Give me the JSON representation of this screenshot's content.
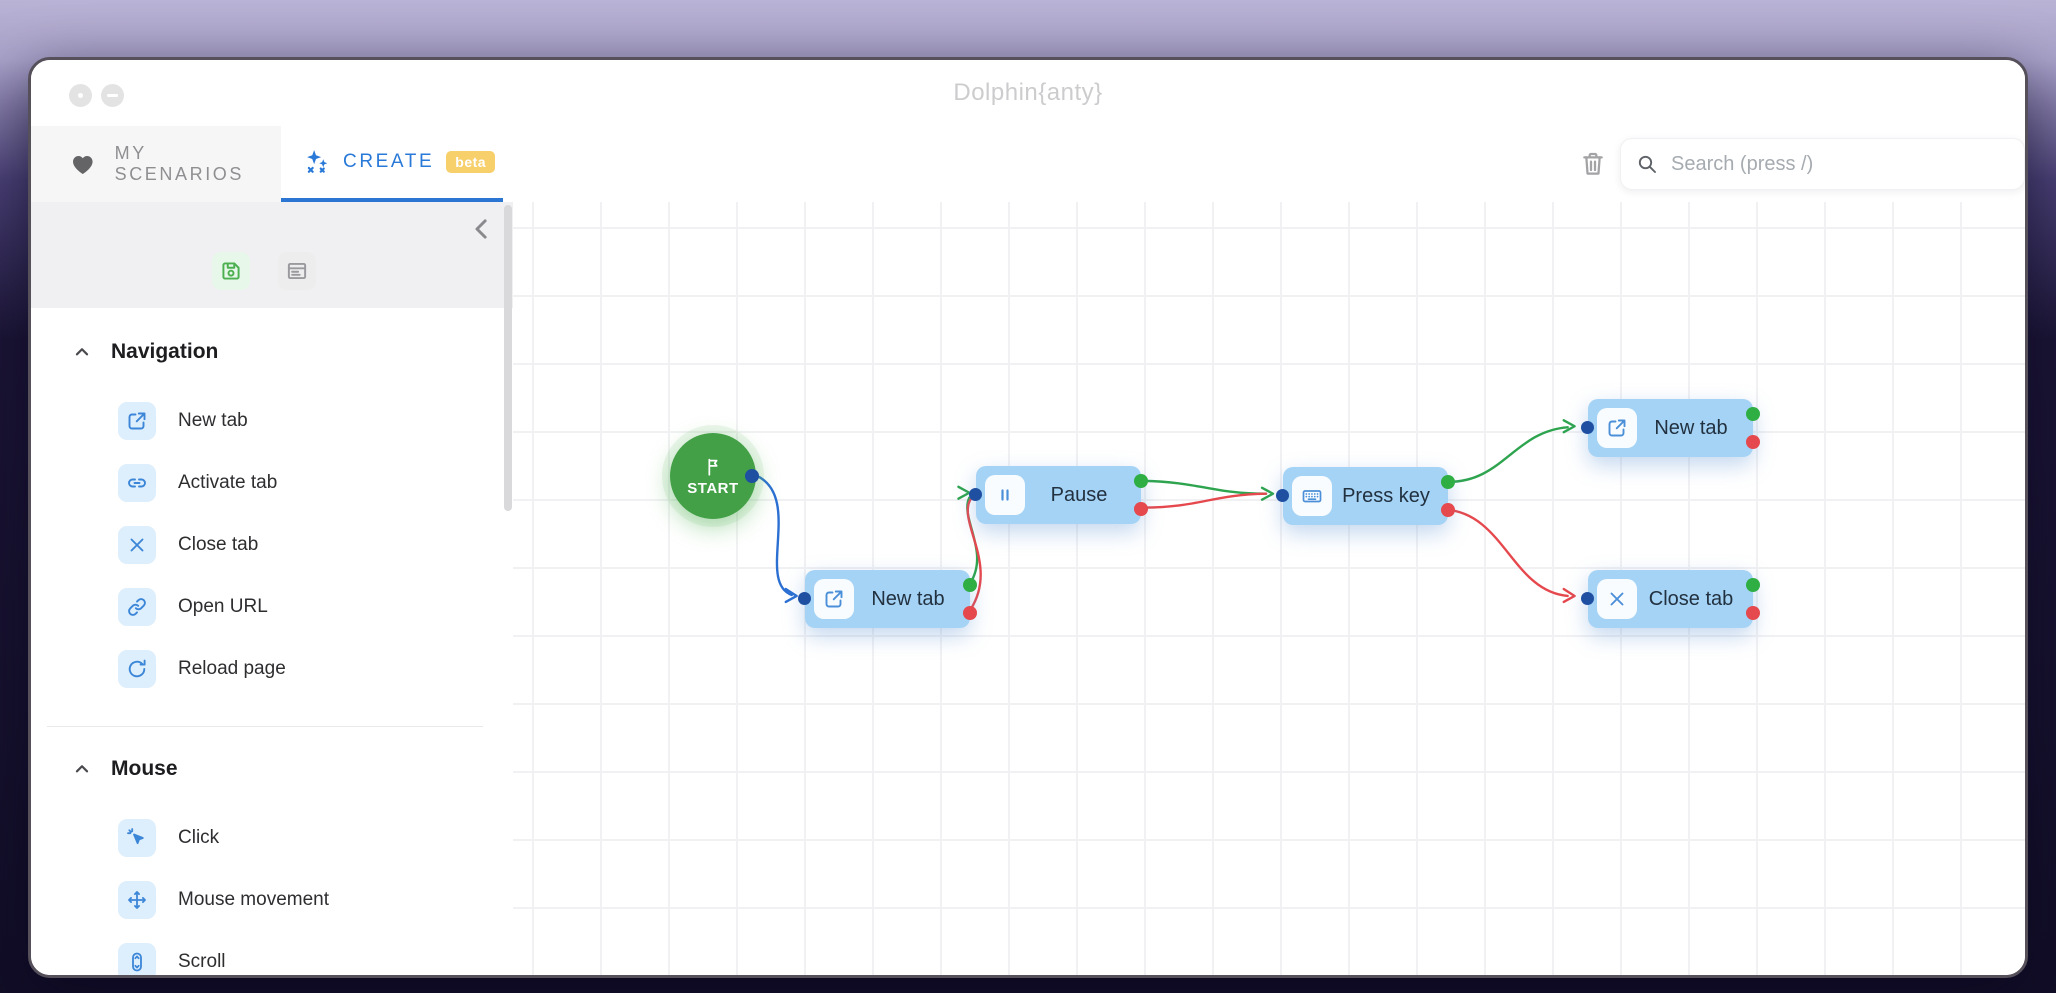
{
  "window": {
    "title": "Dolphin{anty}",
    "controls": [
      "back-button",
      "minimize-button"
    ]
  },
  "tabs": {
    "my_scenarios": {
      "label": "MY SCENARIOS",
      "icon": "heart-icon"
    },
    "create": {
      "label": "CREATE",
      "badge": "beta",
      "icon": "sparkles-icon",
      "active": true
    }
  },
  "toolbar": {
    "trash_icon": "trash-icon",
    "search": {
      "placeholder": "Search (press /)",
      "value": "",
      "icon": "search-icon"
    }
  },
  "sidebar": {
    "tools": [
      "save-icon",
      "log-icon"
    ],
    "collapse_icon": "chevron-left-icon",
    "sections": [
      {
        "label": "Navigation",
        "items": [
          {
            "label": "New tab",
            "icon": "new-tab-icon"
          },
          {
            "label": "Activate tab",
            "icon": "activate-tab-icon"
          },
          {
            "label": "Close tab",
            "icon": "close-tab-icon"
          },
          {
            "label": "Open URL",
            "icon": "open-url-icon"
          },
          {
            "label": "Reload page",
            "icon": "reload-page-icon"
          }
        ]
      },
      {
        "label": "Mouse",
        "items": [
          {
            "label": "Click",
            "icon": "click-icon"
          },
          {
            "label": "Mouse movement",
            "icon": "mouse-movement-icon"
          },
          {
            "label": "Scroll",
            "icon": "scroll-icon"
          }
        ]
      }
    ]
  },
  "canvas": {
    "nodes": [
      {
        "id": "start",
        "label": "START",
        "icon": "flag-icon",
        "type": "start"
      },
      {
        "id": "new-tab-1",
        "label": "New tab",
        "icon": "new-tab-icon",
        "type": "action"
      },
      {
        "id": "pause",
        "label": "Pause",
        "icon": "pause-icon",
        "type": "action"
      },
      {
        "id": "press-key",
        "label": "Press key",
        "icon": "keyboard-icon",
        "type": "action"
      },
      {
        "id": "new-tab-2",
        "label": "New tab",
        "icon": "new-tab-icon",
        "type": "action"
      },
      {
        "id": "close-tab",
        "label": "Close tab",
        "icon": "close-tab-icon",
        "type": "action"
      }
    ],
    "edges": [
      {
        "from": "start",
        "port": "main",
        "to": "new-tab-1",
        "color": "#2b6fd3"
      },
      {
        "from": "new-tab-1",
        "port": "success",
        "to": "pause",
        "color": "#2ea44f"
      },
      {
        "from": "new-tab-1",
        "port": "error",
        "to": "pause",
        "color": "#e5484d"
      },
      {
        "from": "pause",
        "port": "success",
        "to": "press-key",
        "color": "#2ea44f"
      },
      {
        "from": "pause",
        "port": "error",
        "to": "press-key",
        "color": "#e5484d"
      },
      {
        "from": "press-key",
        "port": "success",
        "to": "new-tab-2",
        "color": "#2ea44f"
      },
      {
        "from": "press-key",
        "port": "error",
        "to": "close-tab",
        "color": "#e5484d"
      }
    ]
  },
  "colors": {
    "accent_blue": "#2979d9",
    "node_bg": "#a5d3f6",
    "start_green": "#43a047",
    "beta_badge_bg": "#f7cf6b",
    "edge_success": "#2ea44f",
    "edge_error": "#e5484d",
    "edge_main": "#2b6fd3",
    "input_port": "#1e4fa1"
  }
}
